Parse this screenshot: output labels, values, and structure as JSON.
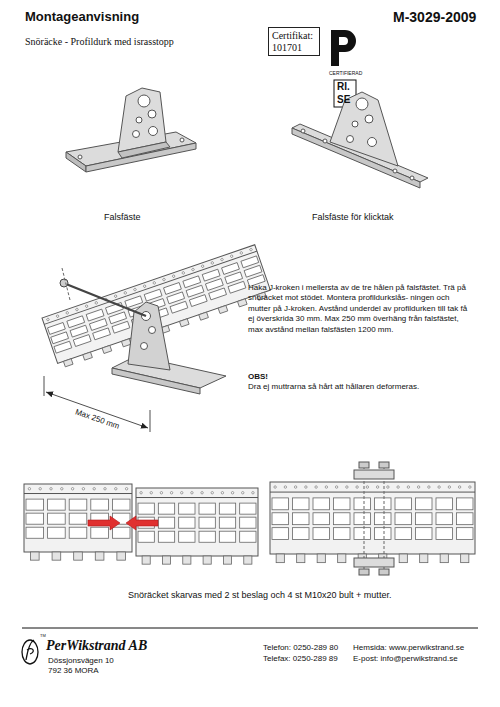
{
  "diagram": {
    "title": "Montageanvisning",
    "nodes": [
      {
        "text": [
          "Certifikat: 101701"
        ]
      }
    ],
    "labels": [
      "M-3029-2009",
      "Snöräcke - Profildurk med israsstopp",
      "CERTIFIERAD",
      "RI.",
      "SE",
      "Falsfäste",
      "Falsfäste för klicktak",
      "Max 250 mm",
      "Haka J-kroken i mellersta av de tre hålen på falsfästet. Trä på snöräcket mot stödet. Montera profildurkslås- ningen och mutter på J-kroken. Avstånd underdel av profildurken till tak få ej överskrida 30 mm. Max 250 mm överhäng från falsfästet, max avstånd mellan falsfästen 1200 mm.",
      "OBS!",
      "Dra ej muttrarna så hårt att hållaren deformeras.",
      "Snöräcket skarvas med 2 st beslag och 4 st M10x20 bult + mutter.",
      "TM",
      "PerWikstrand AB",
      "Dössjonsvägen 10",
      "792 36 MORA",
      "Telefon: 0250-289 80",
      "Telefax: 0250-289 89",
      "Hemsida: www.perwikstrand.se",
      "E-post: info@perwikstrand.se"
    ]
  }
}
